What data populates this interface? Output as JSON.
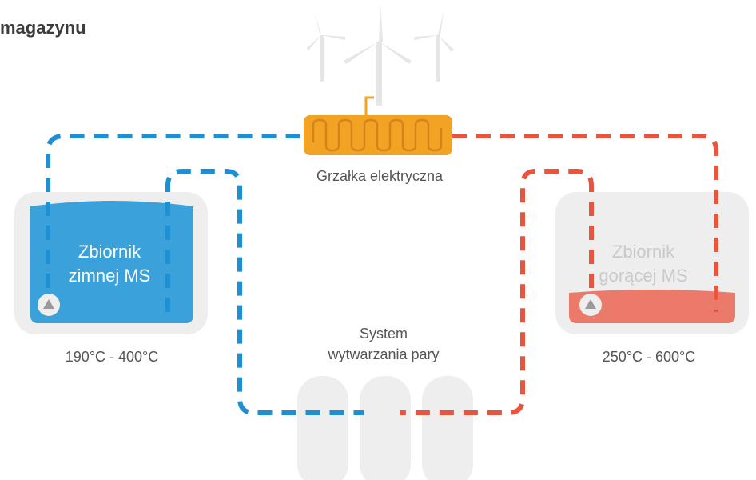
{
  "title": "magazynu",
  "heater": {
    "label": "Grzałka elektryczna",
    "color": "#f2a324"
  },
  "steam_system": {
    "line1": "System",
    "line2": "wytwarzania pary"
  },
  "cold_tank": {
    "line1": "Zbiornik",
    "line2": "zimnej MS",
    "temperature": "190°C - 400°C",
    "color": "#3aa1db"
  },
  "hot_tank": {
    "line1": "Zbiornik",
    "line2": "gorącej MS",
    "temperature": "250°C - 600°C",
    "color": "#ec7a6a"
  },
  "colors": {
    "cold_line": "#1e8fd2",
    "hot_line": "#e8553f",
    "grey": "#eeeeee"
  },
  "icons": [
    "wind-turbine-icon",
    "heater-coil-icon",
    "pump-icon"
  ]
}
